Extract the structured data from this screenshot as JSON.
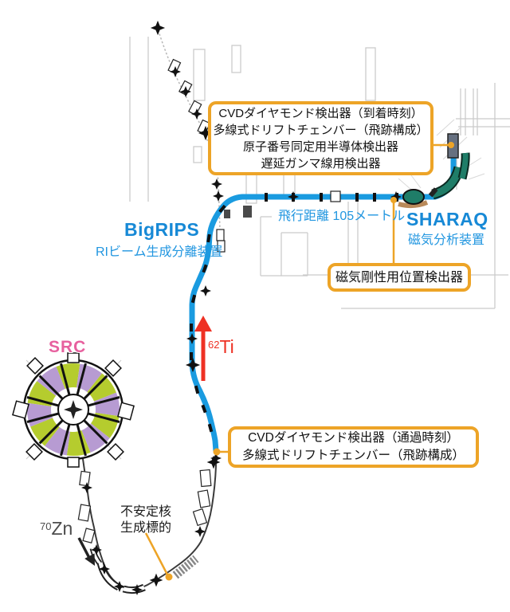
{
  "diagram": {
    "boxes": {
      "sharaq_detectors": {
        "lines": [
          "CVDダイヤモンド検出器（到着時刻）",
          "多線式ドリフトチェンバー（飛跡構成）",
          "原子番号同定用半導体検出器",
          "遅延ガンマ線用検出器"
        ]
      },
      "rigidity": {
        "label": "磁気剛性用位置検出器"
      },
      "bigrips_detectors": {
        "lines": [
          "CVDダイヤモンド検出器（通過時刻）",
          "多線式ドリフトチェンバー（飛跡構成）"
        ]
      }
    },
    "labels": {
      "flight_distance": "飛行距離 105メートル",
      "sharaq_name": "SHARAQ",
      "sharaq_desc": "磁気分析装置",
      "bigrips_name": "BigRIPS",
      "bigrips_desc": "RIビーム生成分離装置",
      "src_name": "SRC",
      "beam_ti_mass": "62",
      "beam_ti_symbol": "Ti",
      "beam_zn_mass": "70",
      "beam_zn_symbol": "Zn",
      "target_line1": "不安定核",
      "target_line2": "生成標的"
    },
    "colors": {
      "beam_blue": "#1a9be0",
      "label_blue": "#1789d6",
      "accent_orange": "#eda427",
      "arrow_red": "#ee3124",
      "src_pink": "#e7609e",
      "src_green": "#b5cc2e",
      "src_purple": "#b79bd2",
      "magnet_teal": "#1f7d68",
      "wall_gray": "#cbcbcb"
    }
  }
}
